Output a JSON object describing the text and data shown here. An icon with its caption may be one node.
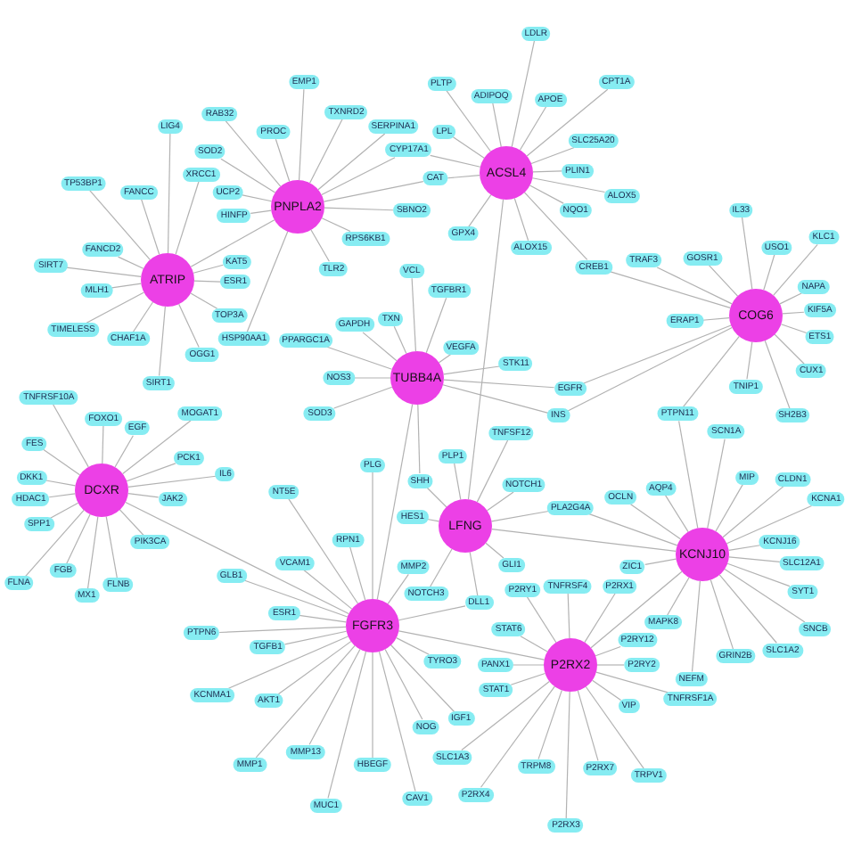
{
  "diagram": {
    "nodes": [
      {
        "text": [
          "PNPLA2"
        ]
      },
      {
        "text": [
          "RAB32"
        ]
      },
      {
        "text": [
          "EMP1"
        ]
      },
      {
        "text": [
          "SERPINA1"
        ]
      },
      {
        "text": [
          "SOD2"
        ]
      },
      {
        "text": [
          "PROC"
        ]
      },
      {
        "text": [
          "TXNRD2"
        ]
      },
      {
        "text": [
          "UCP2"
        ]
      },
      {
        "text": [
          "RPS6KB1"
        ]
      },
      {
        "text": [
          "SBNO2"
        ]
      },
      {
        "text": [
          "HINFP"
        ]
      },
      {
        "text": [
          "TLR2"
        ]
      },
      {
        "text": [
          "HSP90AA1"
        ]
      },
      {
        "text": [
          "ACSL4"
        ]
      },
      {
        "text": [
          "LDLR"
        ]
      },
      {
        "text": [
          "PLTP"
        ]
      },
      {
        "text": [
          "CPT1A"
        ]
      },
      {
        "text": [
          "ADIPOQ"
        ]
      },
      {
        "text": [
          "APOE"
        ]
      },
      {
        "text": [
          "SLC25A20"
        ]
      },
      {
        "text": [
          "LPL"
        ]
      },
      {
        "text": [
          "CYP17A1"
        ]
      },
      {
        "text": [
          "CAT"
        ]
      },
      {
        "text": [
          "PLIN1"
        ]
      },
      {
        "text": [
          "ALOX5"
        ]
      },
      {
        "text": [
          "ALOX15"
        ]
      },
      {
        "text": [
          "NQO1"
        ]
      },
      {
        "text": [
          "CREB1"
        ]
      },
      {
        "text": [
          "GPX4"
        ]
      },
      {
        "text": [
          "ATRIP"
        ]
      },
      {
        "text": [
          "LIG4"
        ]
      },
      {
        "text": [
          "XRCC1"
        ]
      },
      {
        "text": [
          "KAT5"
        ]
      },
      {
        "text": [
          "TP53BP1"
        ]
      },
      {
        "text": [
          "FANCC"
        ]
      },
      {
        "text": [
          "ESR1"
        ]
      },
      {
        "text": [
          "FANCD2"
        ]
      },
      {
        "text": [
          "SIRT7"
        ]
      },
      {
        "text": [
          "MLH1"
        ]
      },
      {
        "text": [
          "TIMELESS"
        ]
      },
      {
        "text": [
          "TOP3A"
        ]
      },
      {
        "text": [
          "CHAF1A"
        ]
      },
      {
        "text": [
          "SIRT1"
        ]
      },
      {
        "text": [
          "OGG1"
        ]
      },
      {
        "text": [
          "COG6"
        ]
      },
      {
        "text": [
          "IL33"
        ]
      },
      {
        "text": [
          "USO1"
        ]
      },
      {
        "text": [
          "GOSR1"
        ]
      },
      {
        "text": [
          "KLC1"
        ]
      },
      {
        "text": [
          "NAPA"
        ]
      },
      {
        "text": [
          "KIF5A"
        ]
      },
      {
        "text": [
          "ERAP1"
        ]
      },
      {
        "text": [
          "ETS1"
        ]
      },
      {
        "text": [
          "TNIP1"
        ]
      },
      {
        "text": [
          "CUX1"
        ]
      },
      {
        "text": [
          "TRAF3"
        ]
      },
      {
        "text": [
          "SH2B3"
        ]
      },
      {
        "text": [
          "TUBB4A"
        ]
      },
      {
        "text": [
          "GAPDH"
        ]
      },
      {
        "text": [
          "TXN"
        ]
      },
      {
        "text": [
          "PPARGC1A"
        ]
      },
      {
        "text": [
          "VCL"
        ]
      },
      {
        "text": [
          "NOS3"
        ]
      },
      {
        "text": [
          "SOD3"
        ]
      },
      {
        "text": [
          "VEGFA"
        ]
      },
      {
        "text": [
          "TGFBR1"
        ]
      },
      {
        "text": [
          "STK11"
        ]
      },
      {
        "text": [
          "EGFR"
        ]
      },
      {
        "text": [
          "INS"
        ]
      },
      {
        "text": [
          "DCXR"
        ]
      },
      {
        "text": [
          "FOXO1"
        ]
      },
      {
        "text": [
          "EGF"
        ]
      },
      {
        "text": [
          "FES"
        ]
      },
      {
        "text": [
          "TNFRSF10A"
        ]
      },
      {
        "text": [
          "IL6"
        ]
      },
      {
        "text": [
          "DKK1"
        ]
      },
      {
        "text": [
          "HDAC1"
        ]
      },
      {
        "text": [
          "JAK2"
        ]
      },
      {
        "text": [
          "PIK3CA"
        ]
      },
      {
        "text": [
          "SPP1"
        ]
      },
      {
        "text": [
          "MX1"
        ]
      },
      {
        "text": [
          "FLNB"
        ]
      },
      {
        "text": [
          "FLNA"
        ]
      },
      {
        "text": [
          "MOGAT1"
        ]
      },
      {
        "text": [
          "PCK1"
        ]
      },
      {
        "text": [
          "FGB"
        ]
      },
      {
        "text": [
          "FGFR3"
        ]
      },
      {
        "text": [
          "GLB1"
        ]
      },
      {
        "text": [
          "NT5E"
        ]
      },
      {
        "text": [
          "RPN1"
        ]
      },
      {
        "text": [
          "ESR1"
        ]
      },
      {
        "text": [
          "VCAM1"
        ]
      },
      {
        "text": [
          "PLG"
        ]
      },
      {
        "text": [
          "TGFB1"
        ]
      },
      {
        "text": [
          "KCNMA1"
        ]
      },
      {
        "text": [
          "MMP2"
        ]
      },
      {
        "text": [
          "CAV1"
        ]
      },
      {
        "text": [
          "TYRO3"
        ]
      },
      {
        "text": [
          "PTPN6"
        ]
      },
      {
        "text": [
          "AKT1"
        ]
      },
      {
        "text": [
          "NOG"
        ]
      },
      {
        "text": [
          "HBEGF"
        ]
      },
      {
        "text": [
          "IGF1"
        ]
      },
      {
        "text": [
          "MMP13"
        ]
      },
      {
        "text": [
          "MUC1"
        ]
      },
      {
        "text": [
          "MMP1"
        ]
      },
      {
        "text": [
          "LFNG"
        ]
      },
      {
        "text": [
          "TNFSF12"
        ]
      },
      {
        "text": [
          "PLP1"
        ]
      },
      {
        "text": [
          "SHH"
        ]
      },
      {
        "text": [
          "NOTCH1"
        ]
      },
      {
        "text": [
          "NOTCH3"
        ]
      },
      {
        "text": [
          "HES1"
        ]
      },
      {
        "text": [
          "DLL1"
        ]
      },
      {
        "text": [
          "GLI1"
        ]
      },
      {
        "text": [
          "PLA2G4A"
        ]
      },
      {
        "text": [
          "KCNJ10"
        ]
      },
      {
        "text": [
          "AQP4"
        ]
      },
      {
        "text": [
          "SCN1A"
        ]
      },
      {
        "text": [
          "OCLN"
        ]
      },
      {
        "text": [
          "CLDN1"
        ]
      },
      {
        "text": [
          "KCNJ16"
        ]
      },
      {
        "text": [
          "ZIC1"
        ]
      },
      {
        "text": [
          "SLC12A1"
        ]
      },
      {
        "text": [
          "SYT1"
        ]
      },
      {
        "text": [
          "MAPK8"
        ]
      },
      {
        "text": [
          "GRIN2B"
        ]
      },
      {
        "text": [
          "NEFM"
        ]
      },
      {
        "text": [
          "SLC1A2"
        ]
      },
      {
        "text": [
          "SNCB"
        ]
      },
      {
        "text": [
          "PTPN11"
        ]
      },
      {
        "text": [
          "MIP"
        ]
      },
      {
        "text": [
          "KCNA1"
        ]
      },
      {
        "text": [
          "P2RX2"
        ]
      },
      {
        "text": [
          "TNFRSF4"
        ]
      },
      {
        "text": [
          "P2RX1"
        ]
      },
      {
        "text": [
          "STAT6"
        ]
      },
      {
        "text": [
          "P2RY12"
        ]
      },
      {
        "text": [
          "P2RY2"
        ]
      },
      {
        "text": [
          "VIP"
        ]
      },
      {
        "text": [
          "TNFRSF1A"
        ]
      },
      {
        "text": [
          "P2RX7"
        ]
      },
      {
        "text": [
          "TRPV1"
        ]
      },
      {
        "text": [
          "STAT1"
        ]
      },
      {
        "text": [
          "PANX1"
        ]
      },
      {
        "text": [
          "P2RY1"
        ]
      },
      {
        "text": [
          "SLC1A3"
        ]
      },
      {
        "text": [
          "TRPM8"
        ]
      },
      {
        "text": [
          "P2RX4"
        ]
      },
      {
        "text": [
          "P2RX3"
        ]
      }
    ],
    "edges": [
      {
        "from": 0,
        "to": 1,
        "arrow": "none"
      },
      {
        "from": 0,
        "to": 2,
        "arrow": "none"
      },
      {
        "from": 0,
        "to": 3,
        "arrow": "none"
      },
      {
        "from": 0,
        "to": 4,
        "arrow": "none"
      },
      {
        "from": 0,
        "to": 5,
        "arrow": "none"
      },
      {
        "from": 0,
        "to": 6,
        "arrow": "none"
      },
      {
        "from": 0,
        "to": 7,
        "arrow": "none"
      },
      {
        "from": 0,
        "to": 8,
        "arrow": "none"
      },
      {
        "from": 0,
        "to": 9,
        "arrow": "none"
      },
      {
        "from": 0,
        "to": 10,
        "arrow": "none"
      },
      {
        "from": 0,
        "to": 11,
        "arrow": "none"
      },
      {
        "from": 0,
        "to": 12,
        "arrow": "none"
      },
      {
        "from": 13,
        "to": 14,
        "arrow": "none"
      },
      {
        "from": 13,
        "to": 15,
        "arrow": "none"
      },
      {
        "from": 13,
        "to": 16,
        "arrow": "none"
      },
      {
        "from": 13,
        "to": 17,
        "arrow": "none"
      },
      {
        "from": 13,
        "to": 18,
        "arrow": "none"
      },
      {
        "from": 13,
        "to": 19,
        "arrow": "none"
      },
      {
        "from": 13,
        "to": 20,
        "arrow": "none"
      },
      {
        "from": 13,
        "to": 21,
        "arrow": "none"
      },
      {
        "from": 13,
        "to": 22,
        "arrow": "none"
      },
      {
        "from": 13,
        "to": 23,
        "arrow": "none"
      },
      {
        "from": 13,
        "to": 24,
        "arrow": "none"
      },
      {
        "from": 13,
        "to": 25,
        "arrow": "none"
      },
      {
        "from": 13,
        "to": 26,
        "arrow": "none"
      },
      {
        "from": 13,
        "to": 27,
        "arrow": "none"
      },
      {
        "from": 13,
        "to": 28,
        "arrow": "none"
      },
      {
        "from": 29,
        "to": 30,
        "arrow": "none"
      },
      {
        "from": 29,
        "to": 31,
        "arrow": "none"
      },
      {
        "from": 29,
        "to": 32,
        "arrow": "none"
      },
      {
        "from": 29,
        "to": 33,
        "arrow": "none"
      },
      {
        "from": 29,
        "to": 34,
        "arrow": "none"
      },
      {
        "from": 29,
        "to": 35,
        "arrow": "none"
      },
      {
        "from": 29,
        "to": 36,
        "arrow": "none"
      },
      {
        "from": 29,
        "to": 37,
        "arrow": "none"
      },
      {
        "from": 29,
        "to": 38,
        "arrow": "none"
      },
      {
        "from": 29,
        "to": 39,
        "arrow": "none"
      },
      {
        "from": 29,
        "to": 40,
        "arrow": "none"
      },
      {
        "from": 29,
        "to": 41,
        "arrow": "none"
      },
      {
        "from": 29,
        "to": 42,
        "arrow": "none"
      },
      {
        "from": 29,
        "to": 43,
        "arrow": "none"
      },
      {
        "from": 44,
        "to": 45,
        "arrow": "none"
      },
      {
        "from": 44,
        "to": 46,
        "arrow": "none"
      },
      {
        "from": 44,
        "to": 47,
        "arrow": "none"
      },
      {
        "from": 44,
        "to": 48,
        "arrow": "none"
      },
      {
        "from": 44,
        "to": 49,
        "arrow": "none"
      },
      {
        "from": 44,
        "to": 50,
        "arrow": "none"
      },
      {
        "from": 44,
        "to": 51,
        "arrow": "none"
      },
      {
        "from": 44,
        "to": 52,
        "arrow": "none"
      },
      {
        "from": 44,
        "to": 53,
        "arrow": "none"
      },
      {
        "from": 44,
        "to": 54,
        "arrow": "none"
      },
      {
        "from": 44,
        "to": 55,
        "arrow": "none"
      },
      {
        "from": 44,
        "to": 56,
        "arrow": "none"
      },
      {
        "from": 57,
        "to": 58,
        "arrow": "none"
      },
      {
        "from": 57,
        "to": 59,
        "arrow": "none"
      },
      {
        "from": 57,
        "to": 60,
        "arrow": "none"
      },
      {
        "from": 57,
        "to": 61,
        "arrow": "none"
      },
      {
        "from": 57,
        "to": 62,
        "arrow": "none"
      },
      {
        "from": 57,
        "to": 63,
        "arrow": "none"
      },
      {
        "from": 57,
        "to": 64,
        "arrow": "none"
      },
      {
        "from": 57,
        "to": 65,
        "arrow": "none"
      },
      {
        "from": 57,
        "to": 66,
        "arrow": "none"
      },
      {
        "from": 57,
        "to": 67,
        "arrow": "none"
      },
      {
        "from": 57,
        "to": 68,
        "arrow": "none"
      },
      {
        "from": 69,
        "to": 70,
        "arrow": "none"
      },
      {
        "from": 69,
        "to": 71,
        "arrow": "none"
      },
      {
        "from": 69,
        "to": 72,
        "arrow": "none"
      },
      {
        "from": 69,
        "to": 73,
        "arrow": "none"
      },
      {
        "from": 69,
        "to": 74,
        "arrow": "none"
      },
      {
        "from": 69,
        "to": 75,
        "arrow": "none"
      },
      {
        "from": 69,
        "to": 76,
        "arrow": "none"
      },
      {
        "from": 69,
        "to": 77,
        "arrow": "none"
      },
      {
        "from": 69,
        "to": 78,
        "arrow": "none"
      },
      {
        "from": 69,
        "to": 79,
        "arrow": "none"
      },
      {
        "from": 69,
        "to": 80,
        "arrow": "none"
      },
      {
        "from": 69,
        "to": 81,
        "arrow": "none"
      },
      {
        "from": 69,
        "to": 82,
        "arrow": "none"
      },
      {
        "from": 69,
        "to": 83,
        "arrow": "none"
      },
      {
        "from": 69,
        "to": 84,
        "arrow": "none"
      },
      {
        "from": 69,
        "to": 85,
        "arrow": "none"
      },
      {
        "from": 86,
        "to": 87,
        "arrow": "none"
      },
      {
        "from": 86,
        "to": 88,
        "arrow": "none"
      },
      {
        "from": 86,
        "to": 89,
        "arrow": "none"
      },
      {
        "from": 86,
        "to": 90,
        "arrow": "none"
      },
      {
        "from": 86,
        "to": 91,
        "arrow": "none"
      },
      {
        "from": 86,
        "to": 92,
        "arrow": "none"
      },
      {
        "from": 86,
        "to": 93,
        "arrow": "none"
      },
      {
        "from": 86,
        "to": 94,
        "arrow": "none"
      },
      {
        "from": 86,
        "to": 95,
        "arrow": "none"
      },
      {
        "from": 86,
        "to": 96,
        "arrow": "none"
      },
      {
        "from": 86,
        "to": 97,
        "arrow": "none"
      },
      {
        "from": 86,
        "to": 98,
        "arrow": "none"
      },
      {
        "from": 86,
        "to": 99,
        "arrow": "none"
      },
      {
        "from": 86,
        "to": 100,
        "arrow": "none"
      },
      {
        "from": 86,
        "to": 101,
        "arrow": "none"
      },
      {
        "from": 86,
        "to": 102,
        "arrow": "none"
      },
      {
        "from": 86,
        "to": 103,
        "arrow": "none"
      },
      {
        "from": 86,
        "to": 104,
        "arrow": "none"
      },
      {
        "from": 86,
        "to": 105,
        "arrow": "none"
      },
      {
        "from": 106,
        "to": 107,
        "arrow": "none"
      },
      {
        "from": 106,
        "to": 108,
        "arrow": "none"
      },
      {
        "from": 106,
        "to": 109,
        "arrow": "none"
      },
      {
        "from": 106,
        "to": 110,
        "arrow": "none"
      },
      {
        "from": 106,
        "to": 111,
        "arrow": "none"
      },
      {
        "from": 106,
        "to": 112,
        "arrow": "none"
      },
      {
        "from": 106,
        "to": 113,
        "arrow": "none"
      },
      {
        "from": 106,
        "to": 114,
        "arrow": "none"
      },
      {
        "from": 106,
        "to": 115,
        "arrow": "none"
      },
      {
        "from": 116,
        "to": 117,
        "arrow": "none"
      },
      {
        "from": 116,
        "to": 118,
        "arrow": "none"
      },
      {
        "from": 116,
        "to": 119,
        "arrow": "none"
      },
      {
        "from": 116,
        "to": 120,
        "arrow": "none"
      },
      {
        "from": 116,
        "to": 121,
        "arrow": "none"
      },
      {
        "from": 116,
        "to": 122,
        "arrow": "none"
      },
      {
        "from": 116,
        "to": 123,
        "arrow": "none"
      },
      {
        "from": 116,
        "to": 124,
        "arrow": "none"
      },
      {
        "from": 116,
        "to": 125,
        "arrow": "none"
      },
      {
        "from": 116,
        "to": 126,
        "arrow": "none"
      },
      {
        "from": 116,
        "to": 127,
        "arrow": "none"
      },
      {
        "from": 116,
        "to": 128,
        "arrow": "none"
      },
      {
        "from": 116,
        "to": 129,
        "arrow": "none"
      },
      {
        "from": 116,
        "to": 130,
        "arrow": "none"
      },
      {
        "from": 116,
        "to": 131,
        "arrow": "none"
      },
      {
        "from": 116,
        "to": 132,
        "arrow": "none"
      },
      {
        "from": 133,
        "to": 134,
        "arrow": "none"
      },
      {
        "from": 133,
        "to": 135,
        "arrow": "none"
      },
      {
        "from": 133,
        "to": 136,
        "arrow": "none"
      },
      {
        "from": 133,
        "to": 137,
        "arrow": "none"
      },
      {
        "from": 133,
        "to": 138,
        "arrow": "none"
      },
      {
        "from": 133,
        "to": 139,
        "arrow": "none"
      },
      {
        "from": 133,
        "to": 140,
        "arrow": "none"
      },
      {
        "from": 133,
        "to": 141,
        "arrow": "none"
      },
      {
        "from": 133,
        "to": 142,
        "arrow": "none"
      },
      {
        "from": 133,
        "to": 143,
        "arrow": "none"
      },
      {
        "from": 133,
        "to": 144,
        "arrow": "none"
      },
      {
        "from": 133,
        "to": 145,
        "arrow": "none"
      },
      {
        "from": 133,
        "to": 146,
        "arrow": "none"
      },
      {
        "from": 133,
        "to": 147,
        "arrow": "none"
      },
      {
        "from": 133,
        "to": 148,
        "arrow": "none"
      },
      {
        "from": 133,
        "to": 149,
        "arrow": "none"
      },
      {
        "from": 0,
        "to": 21,
        "arrow": "none"
      },
      {
        "from": 0,
        "to": 22,
        "arrow": "none"
      },
      {
        "from": 13,
        "to": 106,
        "arrow": "none"
      },
      {
        "from": 0,
        "to": 29,
        "arrow": "none"
      },
      {
        "from": 44,
        "to": 67,
        "arrow": "none"
      },
      {
        "from": 44,
        "to": 68,
        "arrow": "none"
      },
      {
        "from": 44,
        "to": 130,
        "arrow": "none"
      },
      {
        "from": 44,
        "to": 27,
        "arrow": "none"
      },
      {
        "from": 57,
        "to": 86,
        "arrow": "none"
      },
      {
        "from": 57,
        "to": 109,
        "arrow": "none"
      },
      {
        "from": 69,
        "to": 86,
        "arrow": "none"
      },
      {
        "from": 106,
        "to": 116,
        "arrow": "none"
      },
      {
        "from": 116,
        "to": 115,
        "arrow": "none"
      },
      {
        "from": 133,
        "to": 86,
        "arrow": "none"
      },
      {
        "from": 133,
        "to": 116,
        "arrow": "none"
      },
      {
        "from": 86,
        "to": 113,
        "arrow": "none"
      }
    ]
  }
}
